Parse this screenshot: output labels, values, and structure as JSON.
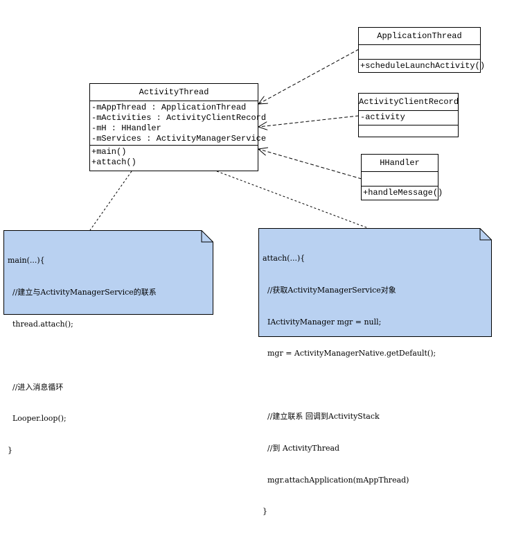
{
  "activity_thread": {
    "title": "ActivityThread",
    "fields": [
      "-mAppThread : ApplicationThread",
      "-mActivities : ActivityClientRecord",
      "-mH : HHandler",
      "-mServices : ActivityManagerService"
    ],
    "methods": [
      "+main()",
      "+attach()"
    ]
  },
  "application_thread": {
    "title": "ApplicationThread",
    "methods": [
      "+scheduleLaunchActivity()"
    ]
  },
  "activity_client_record": {
    "title": "ActivityClientRecord",
    "fields": [
      "-activity"
    ]
  },
  "hhandler": {
    "title": "HHandler",
    "methods": [
      "+handleMessage()"
    ]
  },
  "note_main": {
    "lines": [
      "main(...){",
      "  //建立与ActivityManagerService的联系",
      "  thread.attach();",
      "",
      "  //进入消息循环",
      "  Looper.loop();",
      "}"
    ]
  },
  "note_attach": {
    "lines": [
      "attach(...){",
      "  //获取ActivityManagerService对象",
      "  IActivityManager mgr = null;",
      "  mgr = ActivityManagerNative.getDefault();",
      "",
      "  //建立联系 回调到ActivityStack",
      "  //到 ActivityThread",
      "  mgr.attachApplication(mAppThread)",
      "}"
    ]
  },
  "colors": {
    "note_fill": "#b9d1f1",
    "line": "#000000",
    "background": "#ffffff"
  }
}
